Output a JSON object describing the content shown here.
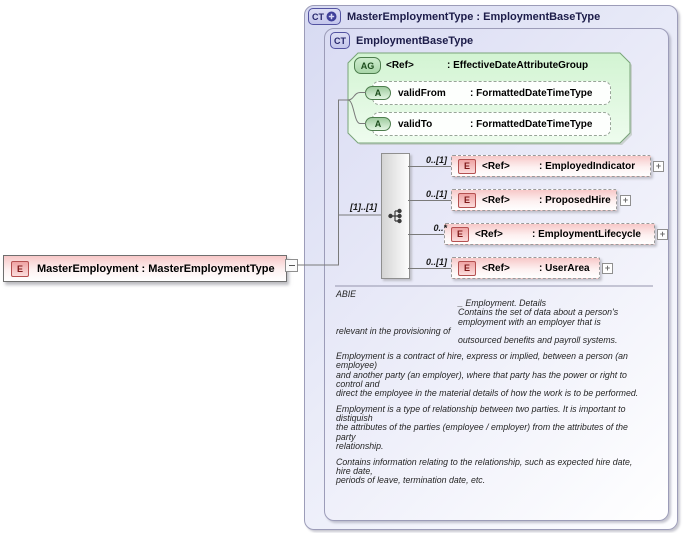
{
  "colors": {
    "lavender_fill": "#d8dbf2",
    "box_border": "#9c9cb8",
    "green_fill": "#d9f8d9",
    "green_border": "#79a479",
    "pink_fill": "#f7c8c8",
    "red_border": "#b45050",
    "line_gray": "#7a7a7a"
  },
  "root_element": {
    "badge": "E",
    "label": "MasterEmployment : MasterEmploymentType"
  },
  "outer_type": {
    "badge": "CT",
    "title": "MasterEmploymentType : EmploymentBaseType"
  },
  "base_type": {
    "badge": "CT",
    "title": "EmploymentBaseType"
  },
  "attribute_group": {
    "badge": "AG",
    "ref": "<Ref>",
    "name": ": EffectiveDateAttributeGroup",
    "attributes": [
      {
        "badge": "A",
        "name": "validFrom",
        "type": ": FormattedDateTimeType"
      },
      {
        "badge": "A",
        "name": "validTo",
        "type": ": FormattedDateTimeType"
      }
    ]
  },
  "sequence": {
    "cardinality": "[1]..[1]"
  },
  "elements": [
    {
      "badge": "E",
      "ref": "<Ref>",
      "name": ": EmployedIndicator",
      "cardinality": "0..[1]",
      "expand": "+"
    },
    {
      "badge": "E",
      "ref": "<Ref>",
      "name": ": ProposedHire",
      "cardinality": "0..[1]",
      "expand": "+"
    },
    {
      "badge": "E",
      "ref": "<Ref>",
      "name": ": EmploymentLifecycle",
      "cardinality": "0..*",
      "expand": "+"
    },
    {
      "badge": "E",
      "ref": "<Ref>",
      "name": ": UserArea",
      "cardinality": "0..[1]",
      "expand": "+"
    }
  ],
  "documentation": {
    "lines": [
      {
        "text": "ABIE",
        "indent": false
      },
      {
        "text": "_ Employment. Details",
        "indent": true
      },
      {
        "text": "Contains the set of data about a person's",
        "indent": true
      },
      {
        "text": "employment with an employer that is",
        "indent": true
      },
      {
        "text": "relevant in the provisioning of",
        "indent": false
      },
      {
        "text": "outsourced benefits and payroll systems.",
        "indent": true
      },
      {
        "text": "",
        "indent": false
      },
      {
        "text": "Employment is a contract of hire, express or implied, between a person (an",
        "indent": false
      },
      {
        "text": "employee)",
        "indent": false
      },
      {
        "text": "and another party (an employer), where that party has the power or right to",
        "indent": false
      },
      {
        "text": "control and",
        "indent": false
      },
      {
        "text": "direct the employee in the material details of how the work is to be performed.",
        "indent": false
      },
      {
        "text": "",
        "indent": false
      },
      {
        "text": "Employment is a type of relationship between two parties. It is important to",
        "indent": false
      },
      {
        "text": "distiquish",
        "indent": false
      },
      {
        "text": "the attributes of the parties (employee / employer) from the attributes of the",
        "indent": false
      },
      {
        "text": "party",
        "indent": false
      },
      {
        "text": "relationship.",
        "indent": false
      },
      {
        "text": "",
        "indent": false
      },
      {
        "text": "Contains information relating to the relationship, such as expected hire date,",
        "indent": false
      },
      {
        "text": "hire date,",
        "indent": false
      },
      {
        "text": "periods of leave, termination date, etc.",
        "indent": false
      }
    ]
  }
}
